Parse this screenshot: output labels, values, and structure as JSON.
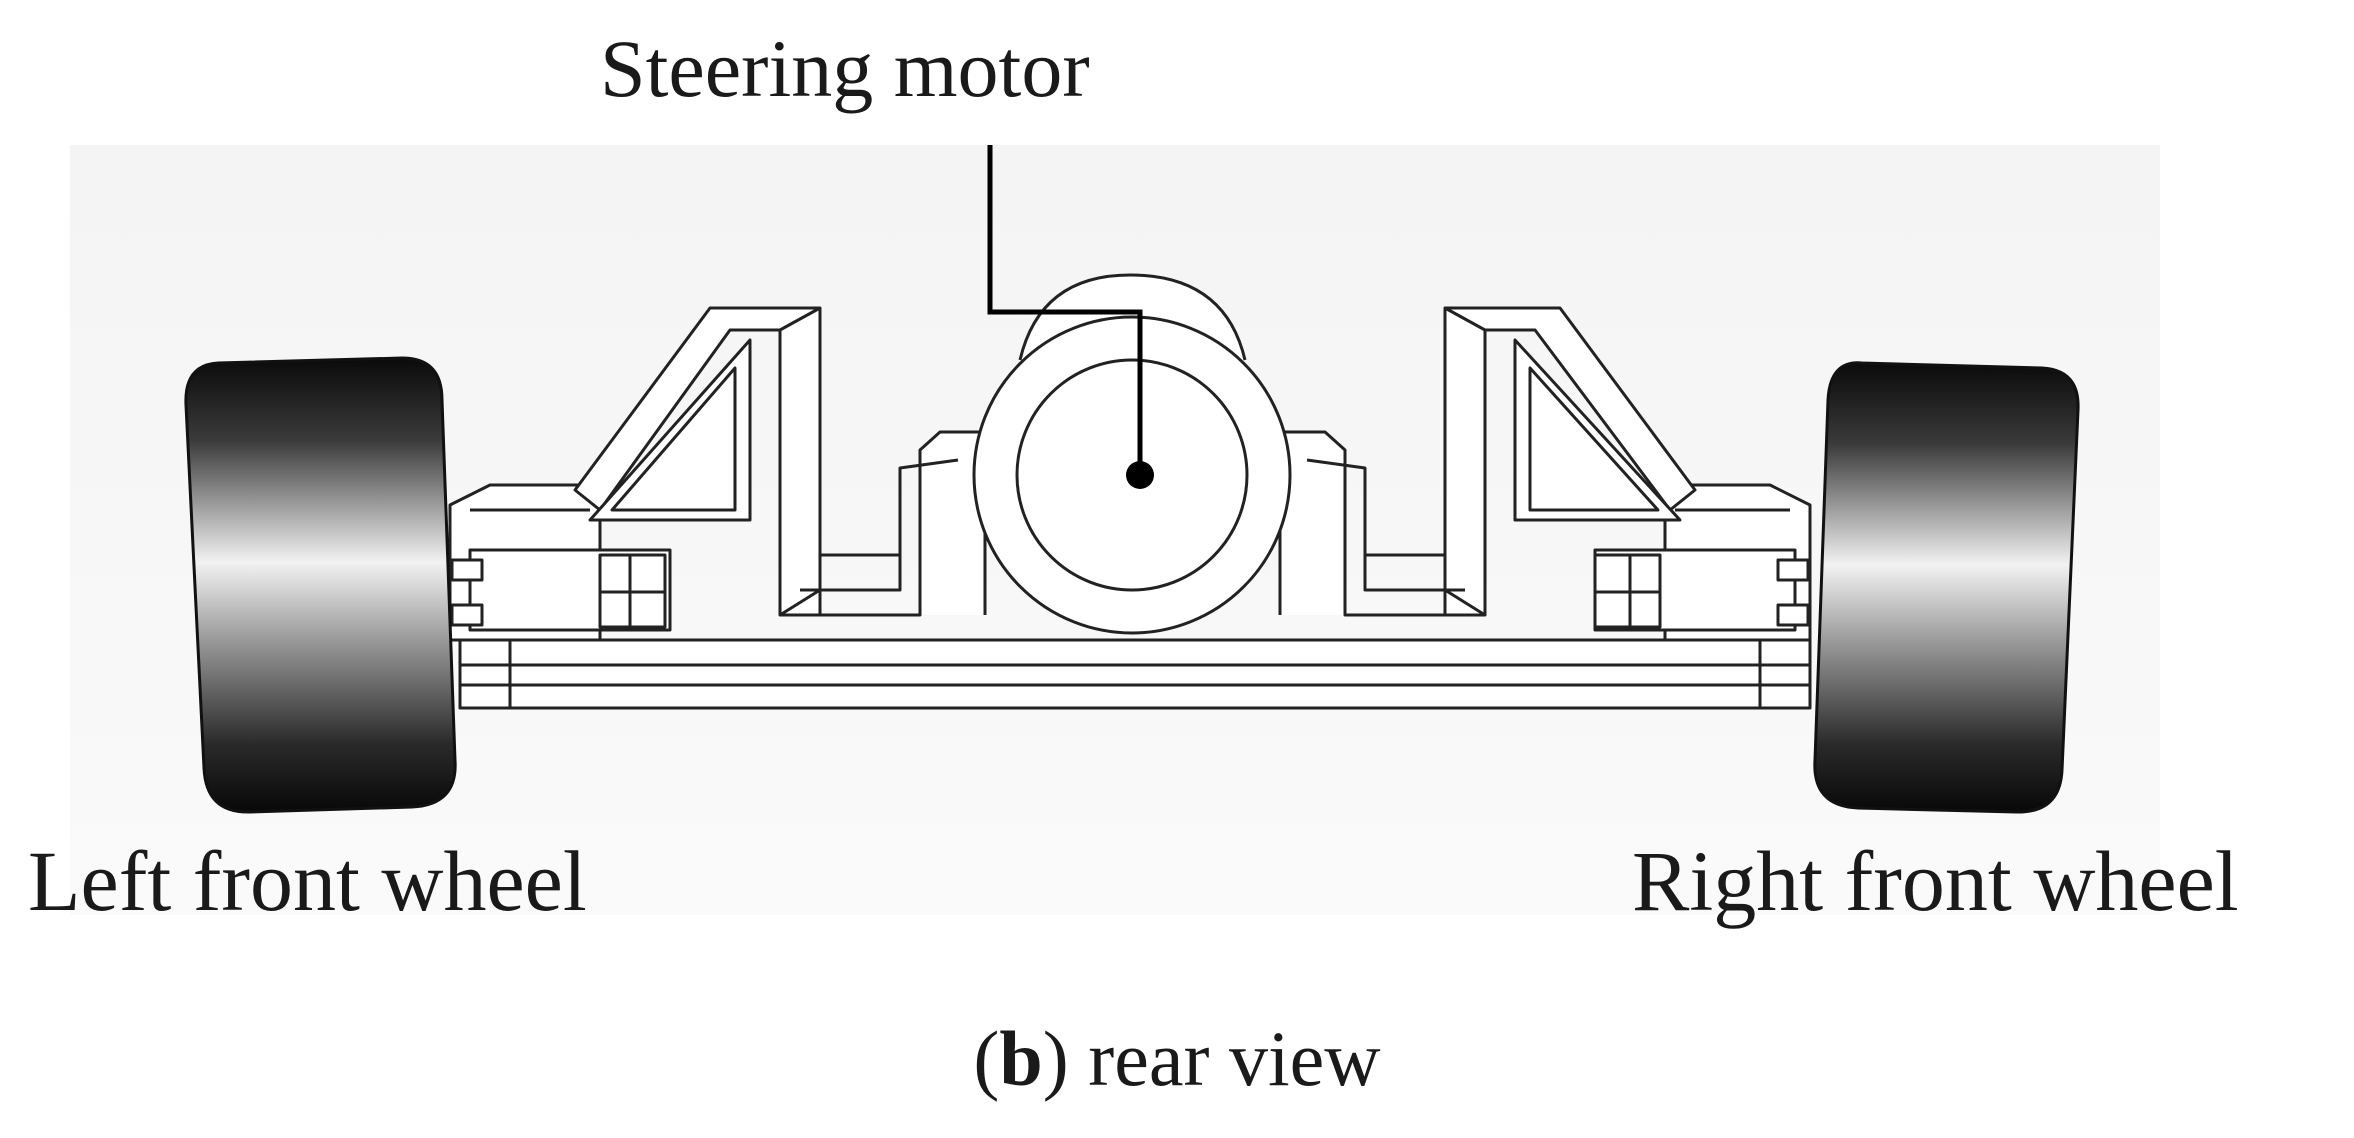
{
  "labels": {
    "steering_motor": "Steering motor",
    "left_front_wheel": "Left front wheel",
    "right_front_wheel": "Right front wheel"
  },
  "caption": {
    "open_paren": "(",
    "letter": "b",
    "rest": ") rear view"
  },
  "colors": {
    "background_panel": "#f3f3f3",
    "line": "#222222",
    "tire_dark": "#0a0a0a",
    "tire_highlight": "#f2f2f2"
  }
}
